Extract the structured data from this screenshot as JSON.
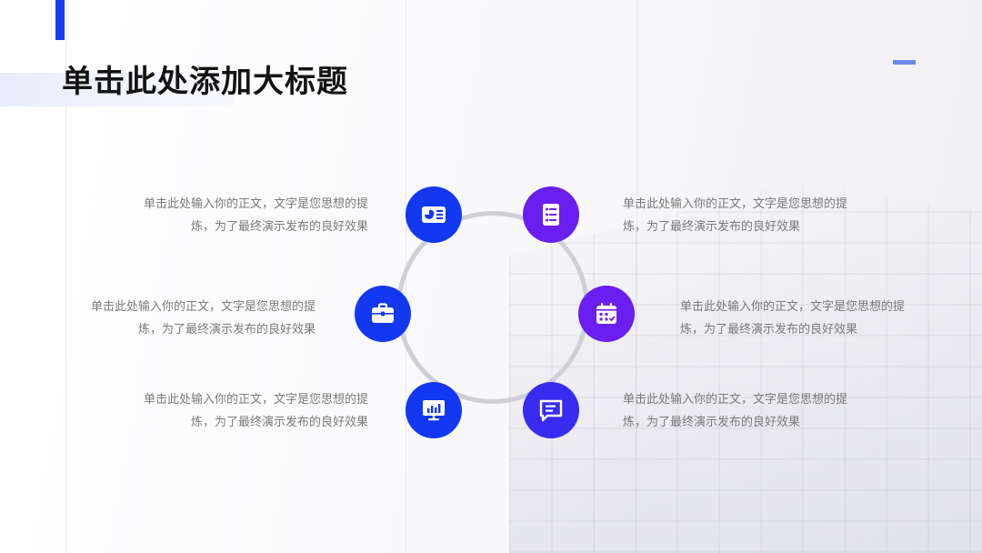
{
  "title": "单击此处添加大标题",
  "items": [
    {
      "text": "单击此处输入你的正文，文字是您思想的提炼，为了最终演示发布的良好效果",
      "icon": "presentation-card-icon"
    },
    {
      "text": "单击此处输入你的正文，文字是您思想的提炼，为了最终演示发布的良好效果",
      "icon": "list-document-icon"
    },
    {
      "text": "单击此处输入你的正文，文字是您思想的提炼，为了最终演示发布的良好效果",
      "icon": "briefcase-icon"
    },
    {
      "text": "单击此处输入你的正文，文字是您思想的提炼，为了最终演示发布的良好效果",
      "icon": "calendar-icon"
    },
    {
      "text": "单击此处输入你的正文，文字是您思想的提炼，为了最终演示发布的良好效果",
      "icon": "bar-chart-monitor-icon"
    },
    {
      "text": "单击此处输入你的正文，文字是您思想的提炼，为了最终演示发布的良好效果",
      "icon": "chat-bubble-icon"
    }
  ],
  "colors": {
    "accent": "#1a3bf5",
    "blue": "#1238f2",
    "violet": "#6a1ff0",
    "indigo": "#3a2bf0"
  }
}
